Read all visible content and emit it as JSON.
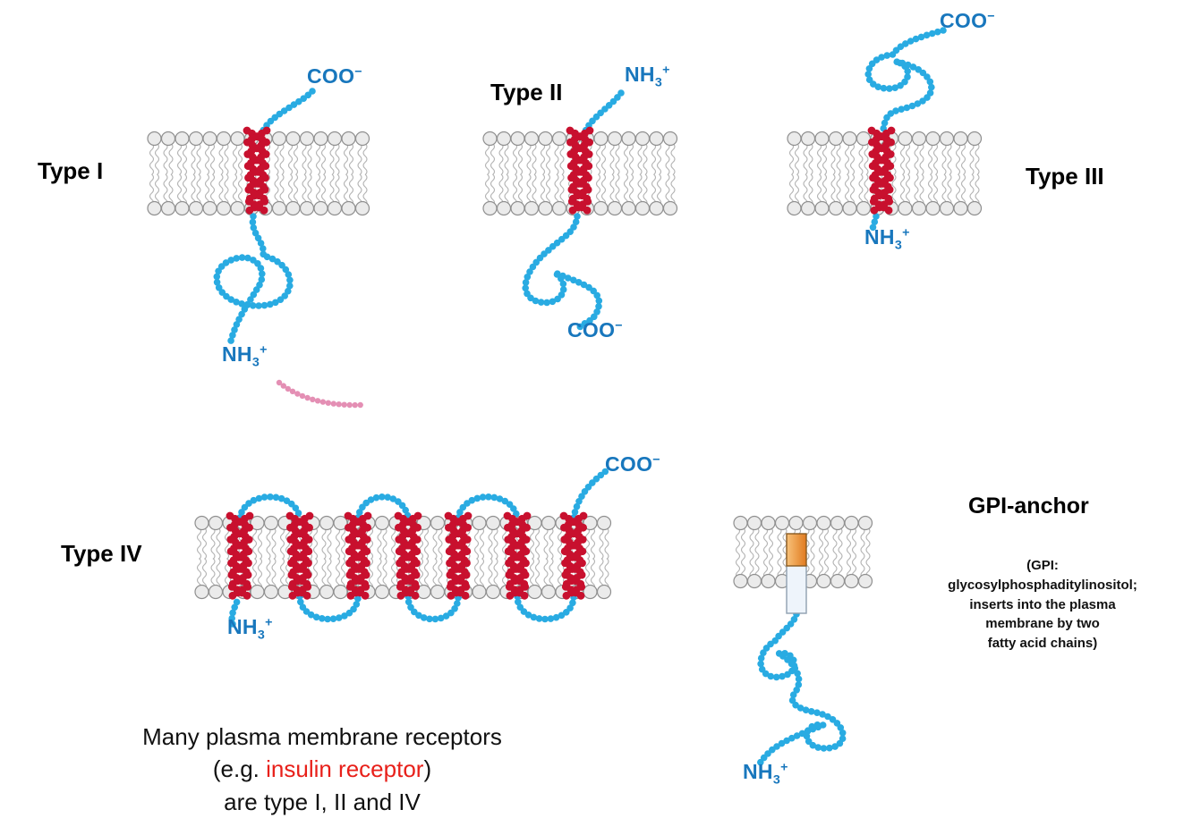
{
  "colors": {
    "chain_blue": "#29abe2",
    "label_blue": "#1877bd",
    "helix_red": "#c8102e",
    "pink": "#e48fb4",
    "highlight_red": "#e8201a",
    "membrane_head": "#ebebeb",
    "anchor_orange": "#f0942e"
  },
  "panels": {
    "type1": {
      "label": "Type I"
    },
    "type2": {
      "label": "Type II"
    },
    "type3": {
      "label": "Type III"
    },
    "type4": {
      "label": "Type IV"
    },
    "gpi": {
      "title": "GPI-anchor",
      "note_lines": [
        "(GPI:",
        "glycosylphosphaditylinositol;",
        "inserts into the plasma",
        "membrane by two",
        "fatty acid chains)"
      ]
    }
  },
  "termini": {
    "coo": {
      "base": "COO",
      "sup": "−"
    },
    "nh3": {
      "base": "NH",
      "sub": "3",
      "sup": "+"
    }
  },
  "caption": {
    "line1": "Many plasma membrane receptors",
    "line2_prefix": "(e.g. ",
    "line2_highlight": "insulin receptor",
    "line2_suffix": ")",
    "line3": "are type I, II and IV"
  }
}
